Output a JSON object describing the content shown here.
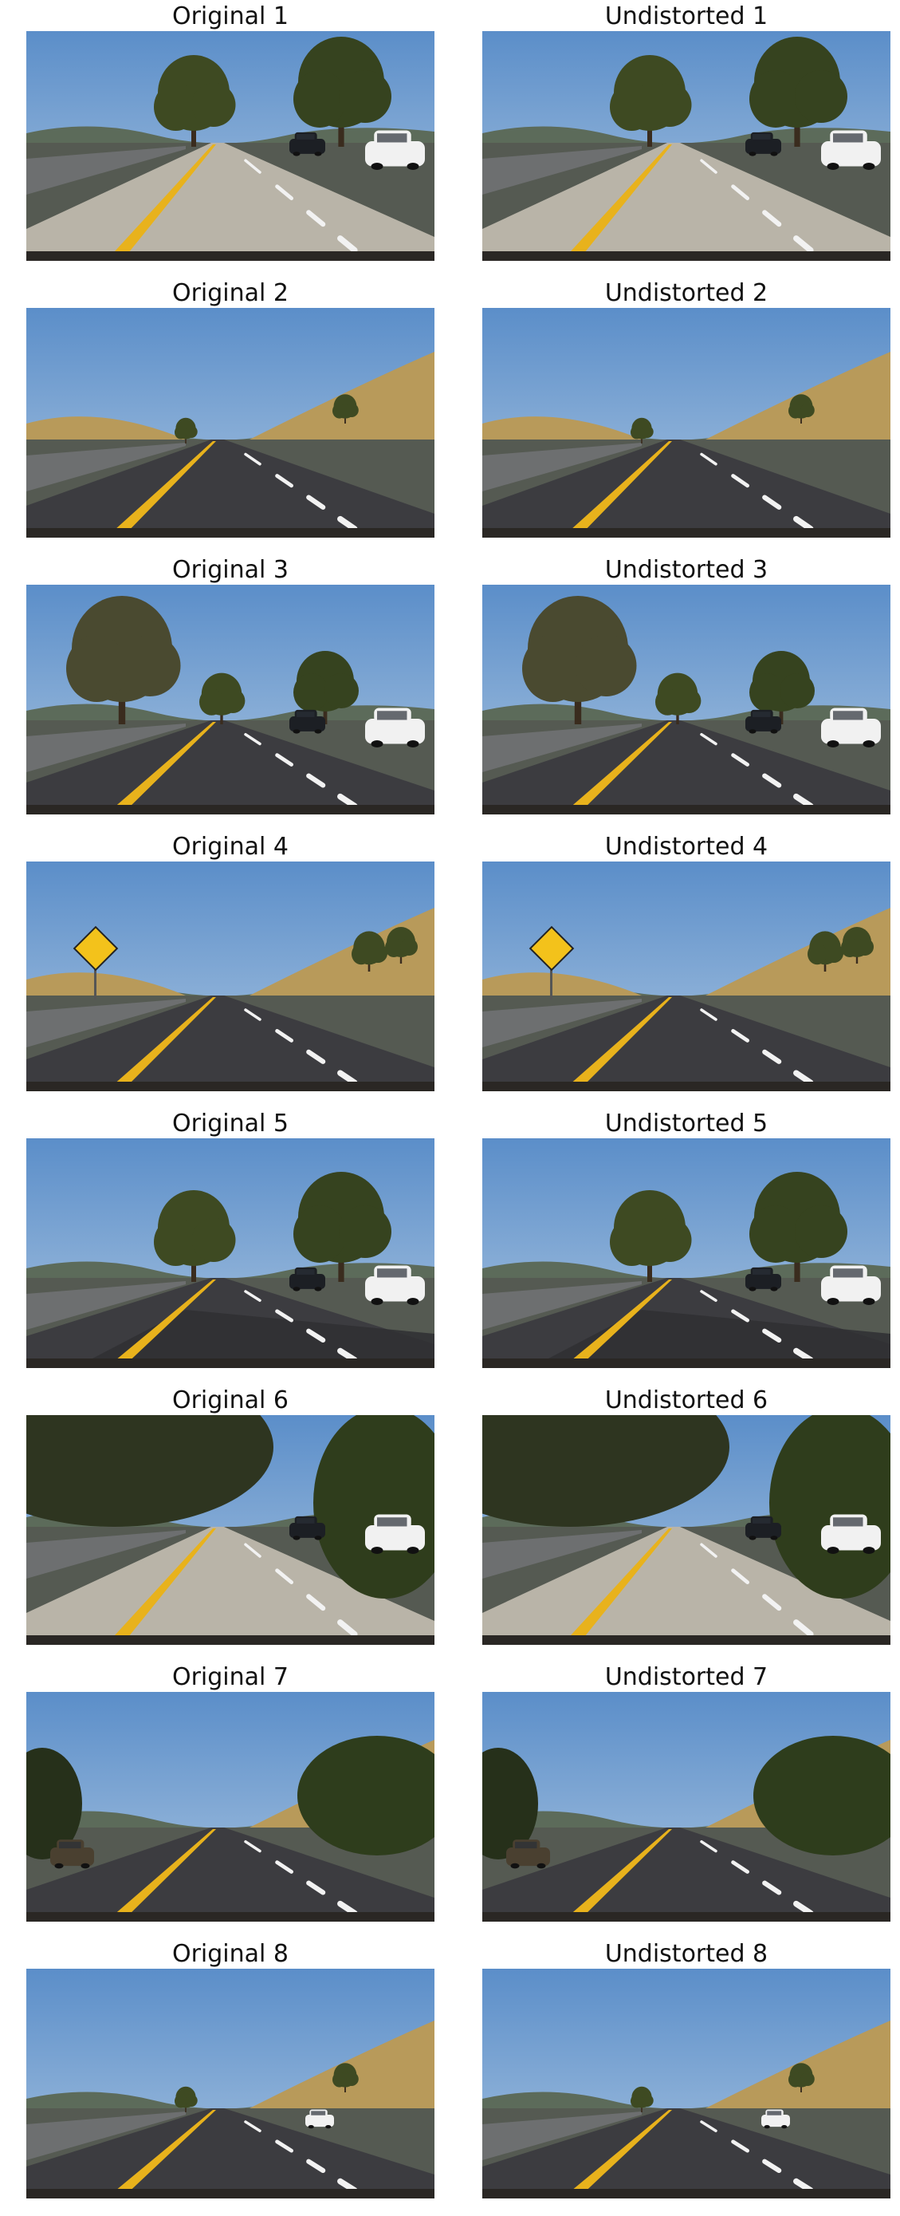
{
  "figure": {
    "rows": [
      {
        "left_title": "Original 1",
        "right_title": "Undistorted 1",
        "scene": "concrete-bridge-two-trees"
      },
      {
        "left_title": "Original 2",
        "right_title": "Undistorted 2",
        "scene": "open-road-hills"
      },
      {
        "left_title": "Original 3",
        "right_title": "Undistorted 3",
        "scene": "wall-trees-cars"
      },
      {
        "left_title": "Original 4",
        "right_title": "Undistorted 4",
        "scene": "deer-sign-curve"
      },
      {
        "left_title": "Original 5",
        "right_title": "Undistorted 5",
        "scene": "shadowed-bridge-two-trees"
      },
      {
        "left_title": "Original 6",
        "right_title": "Undistorted 6",
        "scene": "tree-canopy-concrete"
      },
      {
        "left_title": "Original 7",
        "right_title": "Undistorted 7",
        "scene": "straight-road-dry-grass"
      },
      {
        "left_title": "Original 8",
        "right_title": "Undistorted 8",
        "scene": "road-right-hillside"
      }
    ]
  },
  "colors": {
    "sky": "#5b8ec9",
    "sky_horizon": "#a9c4e0",
    "asphalt": "#3c3c40",
    "concrete": "#b9b4a8",
    "dry_grass": "#b89a5a",
    "trees": "#3e4a22",
    "lane_yellow": "#e8b21c",
    "lane_white": "#f2f2f2"
  }
}
